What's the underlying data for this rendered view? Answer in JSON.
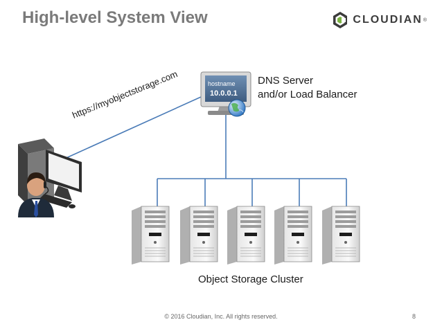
{
  "slide": {
    "title": "High-level System View",
    "footer": "© 2016 Cloudian, Inc. All rights reserved.",
    "page_number": "8"
  },
  "logo": {
    "icon": "cloudian-hexagon-icon",
    "word": "CLOUDIAN",
    "trademark": "®",
    "colors": {
      "green": "#7cb342",
      "dark": "#3b3b3b"
    }
  },
  "dns": {
    "screen_hostname": "hostname",
    "screen_ip": "10.0.0.1",
    "label_line1": "DNS Server",
    "label_line2": "and/or Load Balancer"
  },
  "client": {
    "url": "https://myobjectstorage.com"
  },
  "cluster": {
    "label": "Object Storage Cluster",
    "server_count": 5
  },
  "colors": {
    "connector": "#4a7bb7",
    "title": "#7a7a7a"
  }
}
